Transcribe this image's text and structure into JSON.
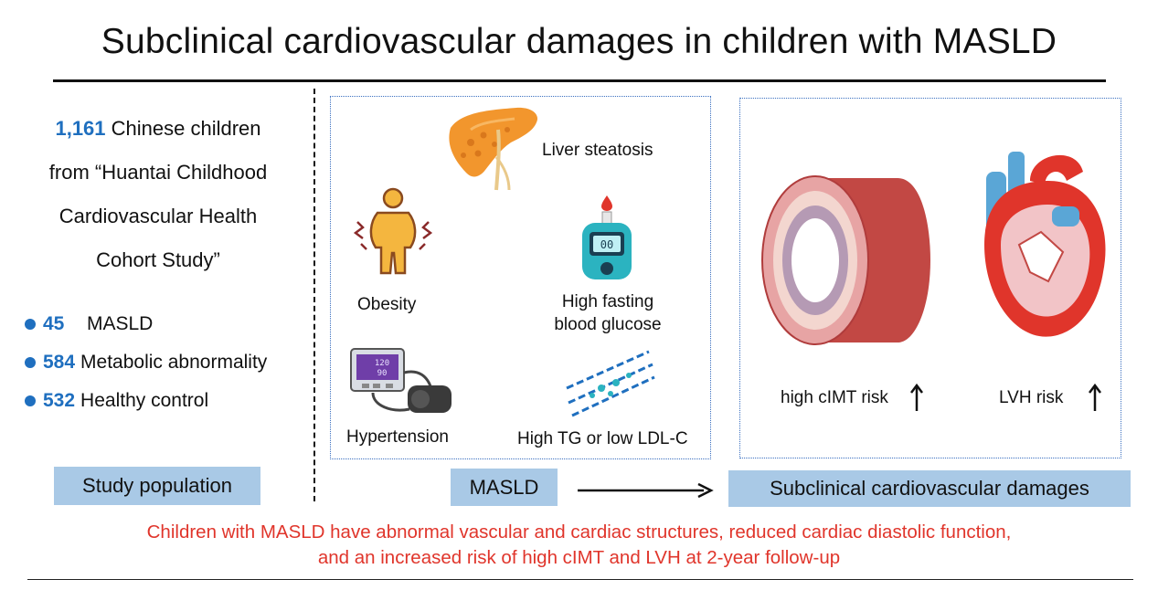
{
  "title": "Subclinical cardiovascular damages in children with MASLD",
  "population": {
    "count": "1,161",
    "line1_rest": " Chinese children",
    "line2": "from “Huantai Childhood",
    "line3": "Cardiovascular Health",
    "line4": "Cohort Study”",
    "groups": [
      {
        "n": "45",
        "label": "MASLD"
      },
      {
        "n": "584",
        "label": "Metabolic abnormality"
      },
      {
        "n": "532",
        "label": "Healthy control"
      }
    ],
    "tag": "Study population"
  },
  "masld": {
    "labels": {
      "liver": "Liver steatosis",
      "obesity": "Obesity",
      "glucose_l1": "High fasting",
      "glucose_l2": "blood glucose",
      "hypertension": "Hypertension",
      "lipids": "High TG or low LDL-C"
    },
    "meter_digits": "120",
    "meter_digits2": "90",
    "tag": "MASLD"
  },
  "outcomes": {
    "cimt": "high cIMT risk",
    "lvh": "LVH  risk",
    "tag": "Subclinical cardiovascular damages"
  },
  "conclusion": {
    "line1": "Children with MASLD have abnormal vascular and cardiac structures, reduced cardiac diastolic function,",
    "line2": "and an increased risk of high cIMT and LVH at 2-year follow-up"
  },
  "colors": {
    "accent_blue": "#1f6fbf",
    "tag_fill": "#a9c9e6",
    "conclusion_red": "#e0352b",
    "panel_border": "#3a6fc0"
  }
}
